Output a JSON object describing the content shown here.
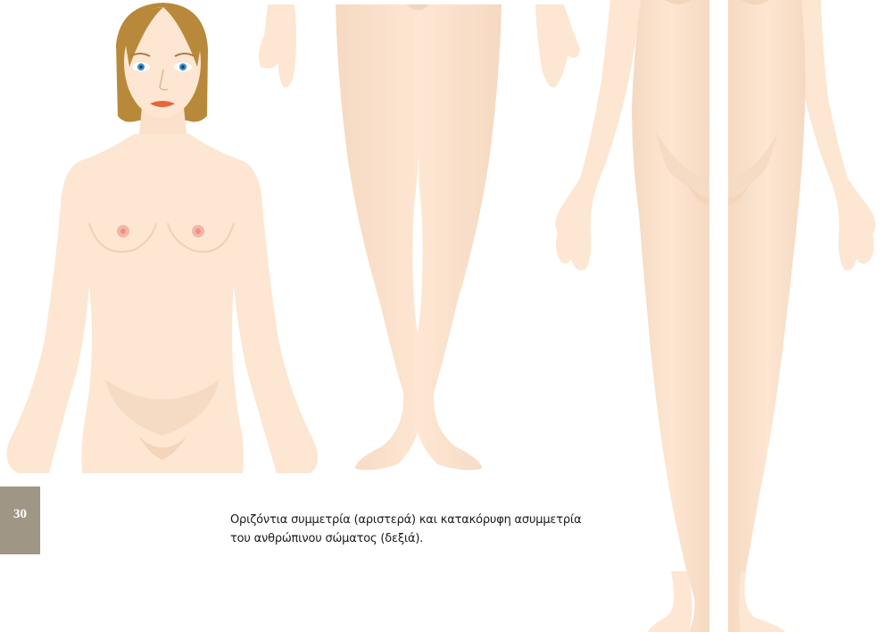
{
  "page": {
    "number": "30",
    "caption_lines": [
      "Οριζόντια συμμετρία (αριστερά) και κατακόρυφη ασυμμετρία",
      "του ανθρώπινου σώματος (δεξιά)."
    ]
  },
  "colors": {
    "skin": "#fde6d2",
    "skin_shade": "#f3d5bc",
    "hair": "#b8893a",
    "lips": "#e8643b",
    "eyes": "#3b8fd0",
    "nipples": "#ef8f86",
    "page_badge": "#9f9686"
  }
}
